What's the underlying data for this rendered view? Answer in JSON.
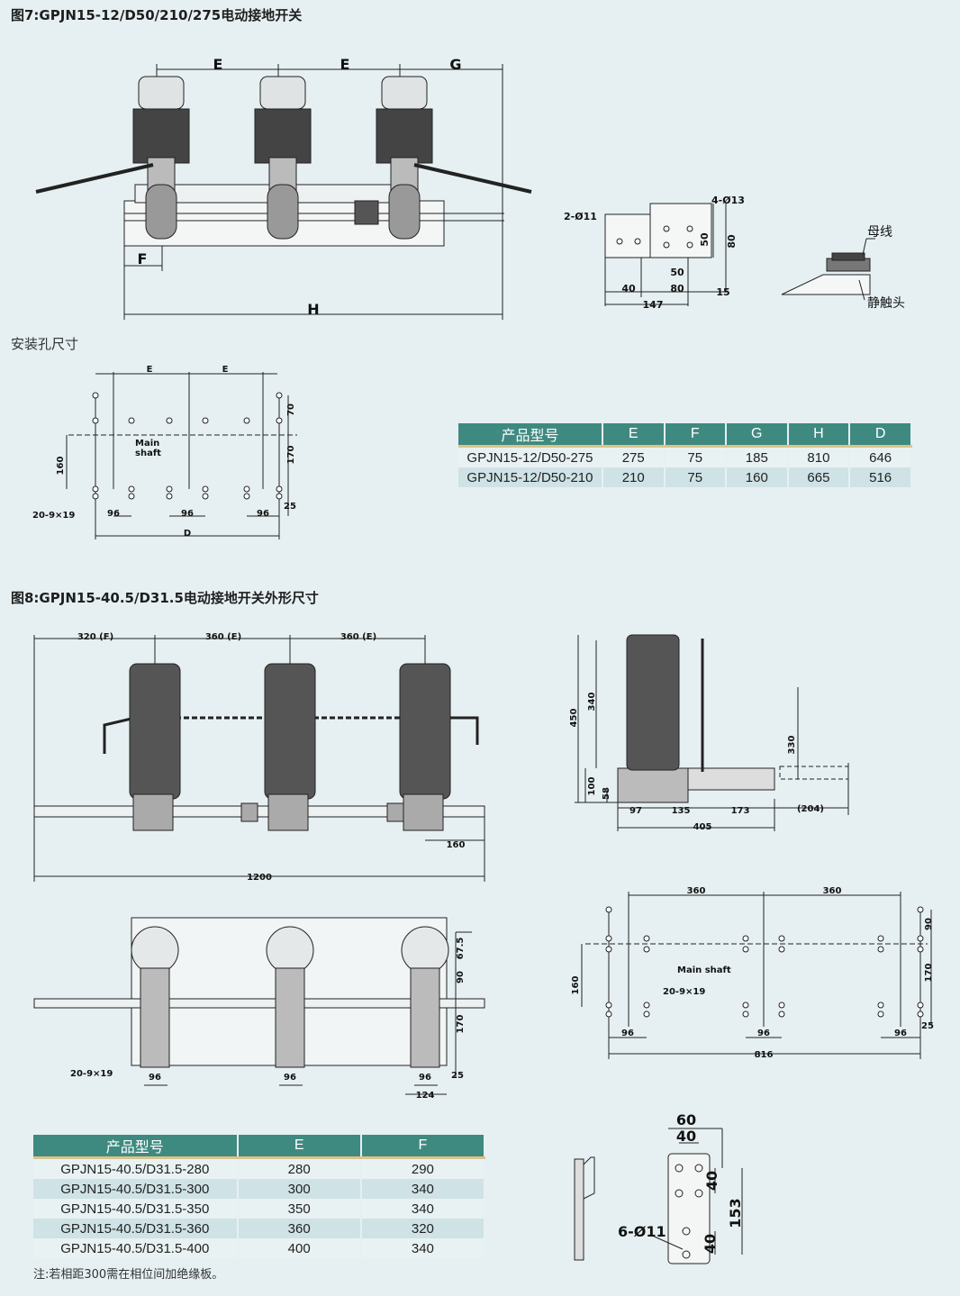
{
  "fig7": {
    "title": "图7:GPJN15-12/D50/210/275电动接地开关",
    "dims": {
      "E": "E",
      "G": "G",
      "F": "F",
      "H": "H"
    },
    "bracket": {
      "two_holes": "2-Ø11",
      "four_holes": "4-Ø13",
      "d50": "50",
      "d80": "80",
      "h50": "50",
      "h80": "80",
      "w40": "40",
      "w15": "15",
      "w147": "147"
    },
    "busbar_label": "母线",
    "contact_label": "静触头",
    "mount_title": "安装孔尺寸",
    "mount": {
      "E": "E",
      "main_shaft_1": "Main",
      "main_shaft_2": "shaft",
      "d70": "70",
      "d170": "170",
      "d160": "160",
      "d25": "25",
      "holes": "20-9×19",
      "w96": "96",
      "D": "D"
    },
    "table": {
      "headers": [
        "产品型号",
        "E",
        "F",
        "G",
        "H",
        "D"
      ],
      "rows": [
        [
          "GPJN15-12/D50-275",
          "275",
          "75",
          "185",
          "810",
          "646"
        ],
        [
          "GPJN15-12/D50-210",
          "210",
          "75",
          "160",
          "665",
          "516"
        ]
      ]
    }
  },
  "fig8": {
    "title": "图8:GPJN15-40.5/D31.5电动接地开关外形尺寸",
    "front": {
      "f320": "320 (F)",
      "e360a": "360 (E)",
      "e360b": "360 (E)",
      "d160": "160",
      "d1200": "1200"
    },
    "side": {
      "d450": "450",
      "d340": "340",
      "d100": "100",
      "d58": "58",
      "d330": "330",
      "d97": "97",
      "d135": "135",
      "d173": "173",
      "d204": "(204)",
      "d405": "405"
    },
    "plan": {
      "d67": "67.5",
      "d90": "90",
      "d170": "170",
      "d25": "25",
      "w96": "96",
      "w124": "124",
      "holes": "20-9×19"
    },
    "mount": {
      "d360a": "360",
      "d360b": "360",
      "d90": "90",
      "d170": "170",
      "d160": "160",
      "d25": "25",
      "shaft": "Main shaft",
      "holes": "20-9×19",
      "w96": "96",
      "w816": "816"
    },
    "bracket": {
      "d60": "60",
      "d40": "40",
      "d40b": "40",
      "d153": "153",
      "d40c": "40",
      "holes": "6-Ø11"
    },
    "table": {
      "headers": [
        "产品型号",
        "E",
        "F"
      ],
      "rows": [
        [
          "GPJN15-40.5/D31.5-280",
          "280",
          "290"
        ],
        [
          "GPJN15-40.5/D31.5-300",
          "300",
          "340"
        ],
        [
          "GPJN15-40.5/D31.5-350",
          "350",
          "340"
        ],
        [
          "GPJN15-40.5/D31.5-360",
          "360",
          "320"
        ],
        [
          "GPJN15-40.5/D31.5-400",
          "400",
          "340"
        ]
      ]
    },
    "note": "注:若相距300需在相位间加绝缘板。"
  },
  "colors": {
    "header_bg": "#3f8a80",
    "header_rule": "#d9c48a",
    "row_alt": "#cfe2e5",
    "page_bg": "#e6f0f2"
  }
}
